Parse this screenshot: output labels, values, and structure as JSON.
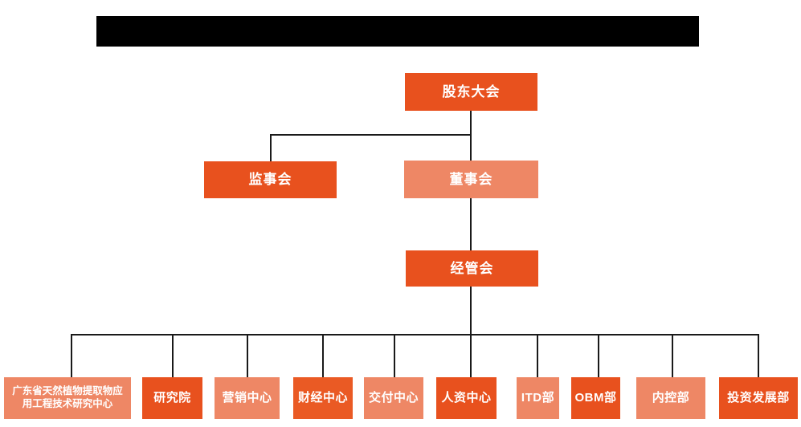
{
  "title_bar": {
    "type": "redacted-black-bar",
    "text": ""
  },
  "colors": {
    "dark_orange": "#E8511E",
    "light_orange": "#EE8765",
    "mid_orange": "#EA5A24",
    "connector_line": "#1A1A1A",
    "redaction_black": "#000000",
    "background": "#FFFFFF",
    "node_text": "#FFFFFF"
  },
  "chart_data": {
    "type": "org-chart",
    "root": {
      "label": "股东大会",
      "tone": "dark"
    },
    "level2": [
      {
        "label": "监事会",
        "tone": "dark"
      },
      {
        "label": "董事会",
        "tone": "light"
      }
    ],
    "level3": {
      "label": "经管会",
      "tone": "dark"
    },
    "departments": [
      {
        "label": "广东省天然植物提取物应用工程技术研究中心",
        "tone": "light"
      },
      {
        "label": "研究院",
        "tone": "dark"
      },
      {
        "label": "营销中心",
        "tone": "light"
      },
      {
        "label": "财经中心",
        "tone": "mid"
      },
      {
        "label": "交付中心",
        "tone": "light"
      },
      {
        "label": "人资中心",
        "tone": "dark"
      },
      {
        "label": "ITD部",
        "tone": "light"
      },
      {
        "label": "OBM部",
        "tone": "dark"
      },
      {
        "label": "内控部",
        "tone": "light"
      },
      {
        "label": "投资发展部",
        "tone": "dark"
      }
    ],
    "hierarchy_note": "股东大会 > (监事会, 董事会) ; 董事会 > 经管会 ; 经管会 > 10 departments"
  }
}
